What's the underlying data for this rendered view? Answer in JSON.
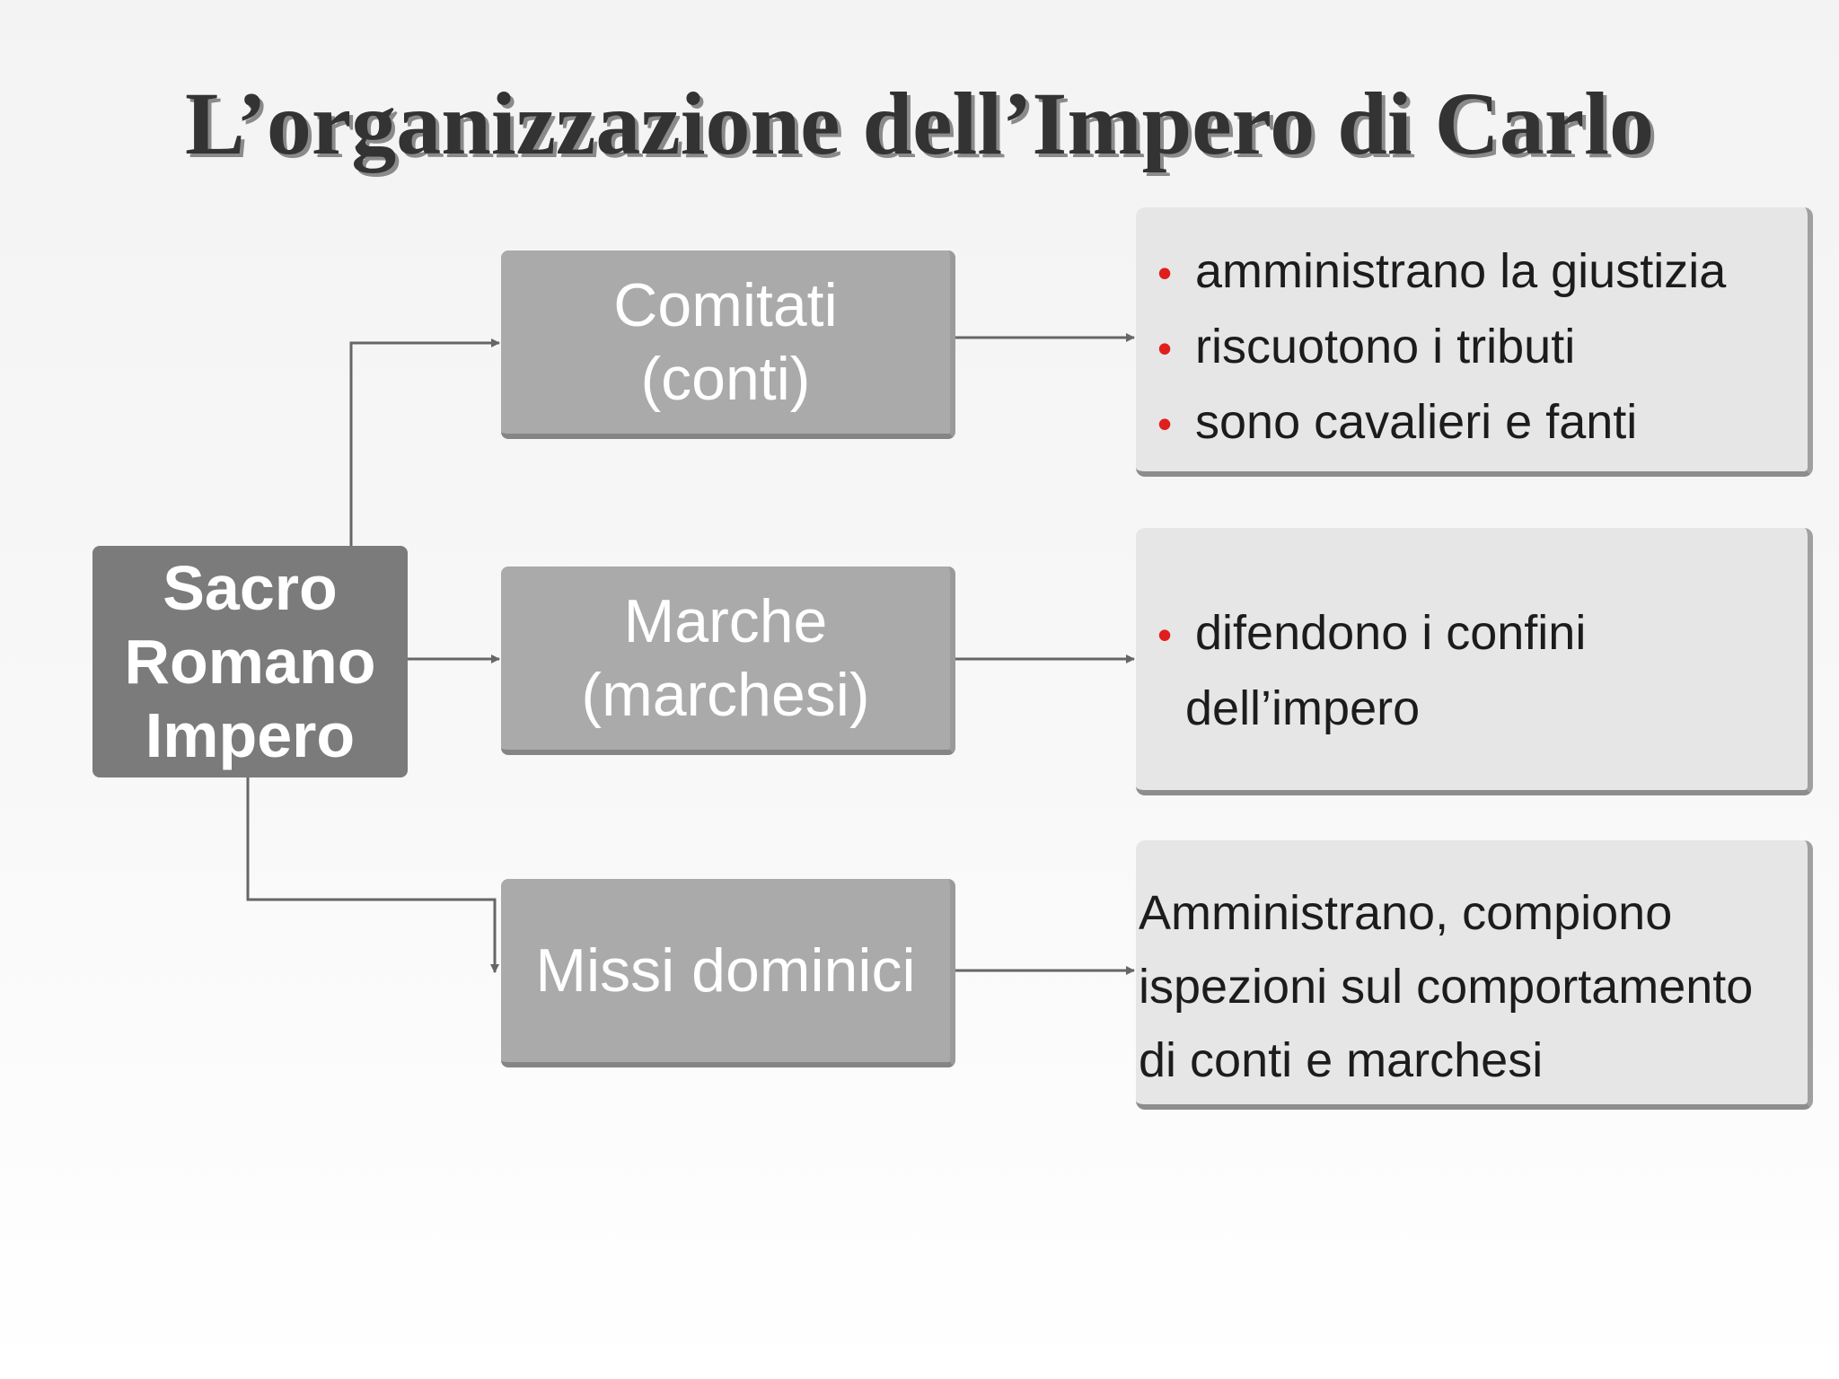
{
  "title": "L’organizzazione dell’Impero di Carlo",
  "root": {
    "lines": [
      "Sacro",
      "Romano",
      "Impero"
    ]
  },
  "branches": [
    {
      "lines": [
        "Comitati",
        "(conti)"
      ],
      "bullets": [
        "amministrano la giustizia",
        "riscuotono i tributi",
        "sono cavalieri e fanti"
      ]
    },
    {
      "lines": [
        "Marche",
        "(marchesi)"
      ],
      "bullets": [
        "difendono i confini"
      ],
      "continuation": "dell’impero"
    },
    {
      "lines": [
        "Missi dominici"
      ],
      "text_lines": [
        "Amministrano, compiono",
        "ispezioni sul comportamento",
        "di conti e marchesi"
      ]
    }
  ],
  "colors": {
    "root_fill": "#7b7b7b",
    "branch_fill": "#aaaaaa",
    "desc_fill": "#e6e6e6",
    "bullet": "#e11e1e",
    "connector": "#666666",
    "title_text": "#333333"
  },
  "icons": {
    "bullet": "red-dot",
    "arrow": "arrowhead"
  }
}
